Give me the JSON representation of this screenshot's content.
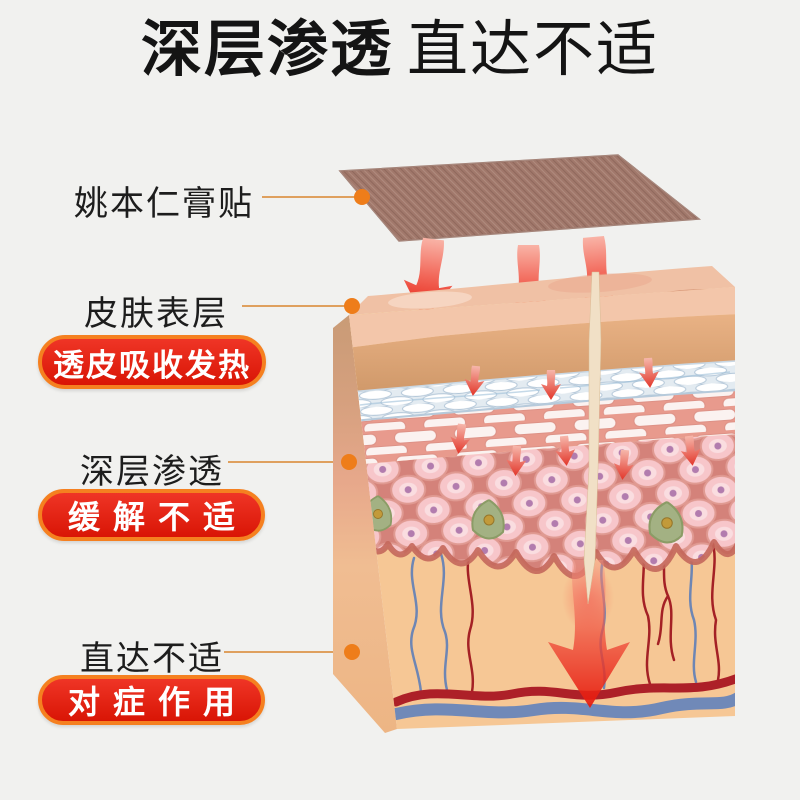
{
  "header": {
    "title_bold": "深层渗透",
    "title_light": "直达不适"
  },
  "callouts": [
    {
      "label": "姚本仁膏贴"
    },
    {
      "label": "皮肤表层",
      "badge": "透皮吸收发热"
    },
    {
      "label": "深层渗透",
      "badge": "缓解不适"
    },
    {
      "label": "直达不适",
      "badge": "对症作用"
    }
  ],
  "colors": {
    "page-bg": "#f1f1ef",
    "title-text": "#141414",
    "label-text": "#1d1d1d",
    "badge-red": "#ef3526",
    "badge-red-dark": "#d91505",
    "badge-border-orange": "#f58020",
    "badge-text": "#ffffff",
    "leader-line": "#dfa05e",
    "leader-dot": "#ee7d1a",
    "arrow-red": "#e81507",
    "patch-brown": "#a1786b"
  },
  "illustration": {
    "patch_icon": "herbal-plaster-patch",
    "skin_icon": "skin-cross-section-block",
    "layers": [
      "skin-surface",
      "epidermis",
      "stratum-cells",
      "basal-cells",
      "dermis",
      "blood-vessels"
    ]
  }
}
